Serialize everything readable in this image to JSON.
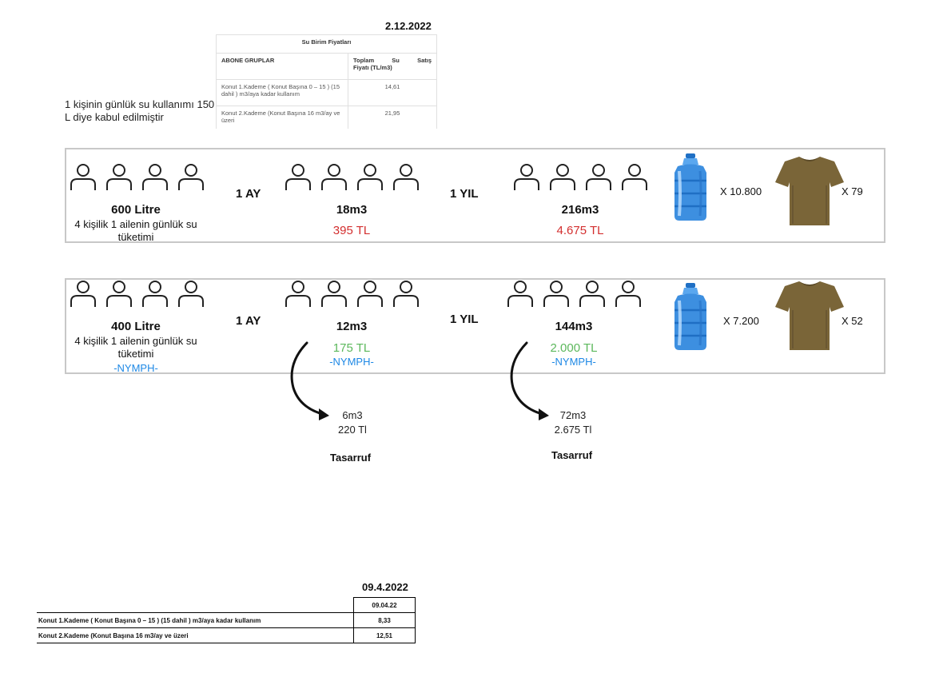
{
  "top_table": {
    "date": "2.12.2022",
    "title": "Su Birim Fiyatları",
    "col1": "ABONE GRUPLAR",
    "col2_a": "Toplam",
    "col2_b": "Su",
    "col2_c": "Satış",
    "col2_d": "Fiyatı (TL/m3)",
    "rows": [
      {
        "label": "Konut 1.Kademe ( Konut Başına 0 – 15 ) (15 dahil ) m3/aya kadar kullanım",
        "value": "14,61"
      },
      {
        "label": "Konut 2.Kademe (Konut Başına 16 m3/ay ve üzeri",
        "value": "21,95"
      }
    ]
  },
  "intro": "1 kişinin günlük su kullanımı 150 L diye kabul edilmiştir",
  "panel1": {
    "daily_amount": "600 Litre",
    "daily_desc": "4 kişilik 1 ailenin günlük su tüketimi",
    "month_label": "1 AY",
    "month_volume": "18m3",
    "month_cost": "395 TL",
    "year_label": "1 YIL",
    "year_volume": "216m3",
    "year_cost": "4.675 TL",
    "jug_mult": "X 10.800",
    "shirt_mult": "X 79"
  },
  "panel2": {
    "daily_amount": "400 Litre",
    "daily_desc": "4 kişilik 1 ailenin günlük su tüketimi",
    "daily_brand": "-NYMPH-",
    "month_label": "1 AY",
    "month_volume": "12m3",
    "month_cost": "175 TL",
    "month_brand": "-NYMPH-",
    "year_label": "1 YIL",
    "year_volume": "144m3",
    "year_cost": "2.000 TL",
    "year_brand": "-NYMPH-",
    "jug_mult": "X 7.200",
    "shirt_mult": "X 52"
  },
  "savings": {
    "month_volume": "6m3",
    "month_amount": "220 Tl",
    "year_volume": "72m3",
    "year_amount": "2.675 Tl",
    "label": "Tasarruf"
  },
  "bottom_table": {
    "date": "09.4.2022",
    "header": "09.04.22",
    "rows": [
      {
        "label": "Konut 1.Kademe ( Konut Başına 0 – 15 )  (15 dahil ) m3/aya kadar kullanım",
        "value": "8,33"
      },
      {
        "label": "Konut 2.Kademe (Konut Başına 16  m3/ay ve üzeri",
        "value": "12,51"
      }
    ]
  },
  "icons": {
    "person": "person-icon",
    "jug": "water-jug-icon",
    "shirt": "tshirt-icon",
    "arrow": "curved-arrow-icon"
  },
  "colors": {
    "cost_high": "#d32f2f",
    "cost_low": "#5cb85c",
    "brand": "#1e88e5",
    "shirt": "#7a6538",
    "jug": "#3d8fe0"
  }
}
